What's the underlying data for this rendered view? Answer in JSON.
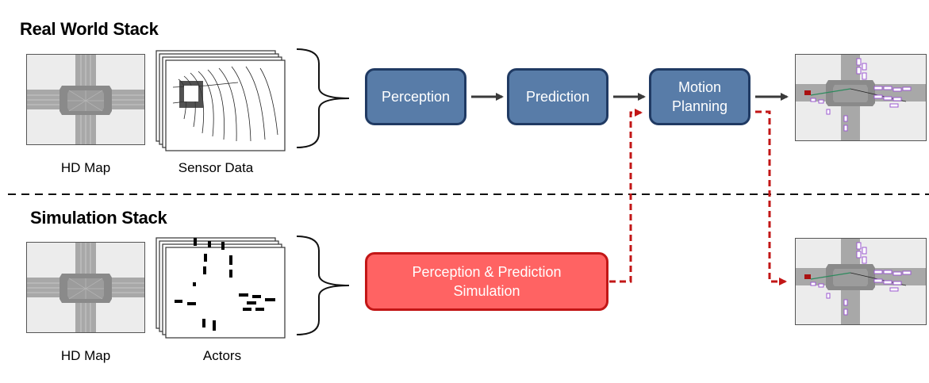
{
  "real_world": {
    "title": "Real World Stack",
    "hd_map_caption": "HD Map",
    "sensor_caption": "Sensor Data"
  },
  "simulation": {
    "title": "Simulation Stack",
    "hd_map_caption": "HD Map",
    "actors_caption": "Actors"
  },
  "modules": {
    "perception": "Perception",
    "prediction": "Prediction",
    "motion_planning_line1": "Motion",
    "motion_planning_line2": "Planning",
    "pnp_sim_line1": "Perception & Prediction",
    "pnp_sim_line2": "Simulation"
  },
  "colors": {
    "module_fill": "#587ca8",
    "module_border": "#203a63",
    "sim_fill": "#ff6363",
    "sim_border": "#c21616",
    "dashed_arrow": "#c21616"
  }
}
